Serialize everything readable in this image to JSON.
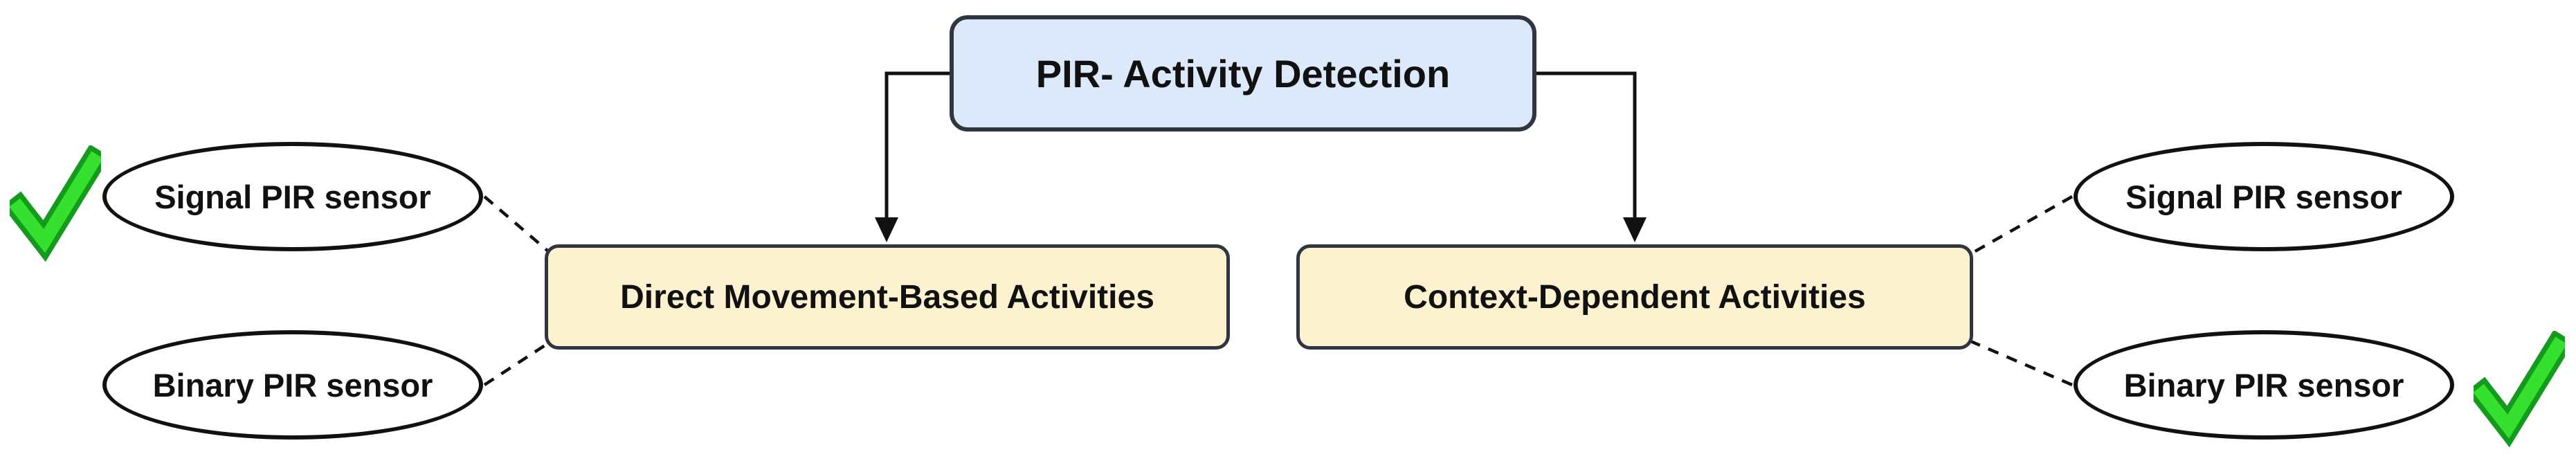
{
  "diagram": {
    "root": {
      "label": "PIR- Activity Detection"
    },
    "branches": [
      {
        "label": "Direct Movement-Based Activities"
      },
      {
        "label": "Context-Dependent Activities"
      }
    ],
    "left_sensors": [
      {
        "label": "Signal PIR sensor",
        "checked": true
      },
      {
        "label": "Binary PIR sensor",
        "checked": false
      }
    ],
    "right_sensors": [
      {
        "label": "Signal PIR sensor",
        "checked": false
      },
      {
        "label": "Binary PIR sensor",
        "checked": true
      }
    ],
    "colors": {
      "root_fill": "#dbe9fb",
      "root_border": "#2f3640",
      "branch_fill": "#fdf2cf",
      "branch_border": "#2f3640",
      "ellipse_fill": "#ffffff",
      "ellipse_border": "#111111",
      "line_color": "#111111",
      "text_color": "#111111",
      "check_color": "#35e02f",
      "check_outline": "#149a1c"
    }
  }
}
